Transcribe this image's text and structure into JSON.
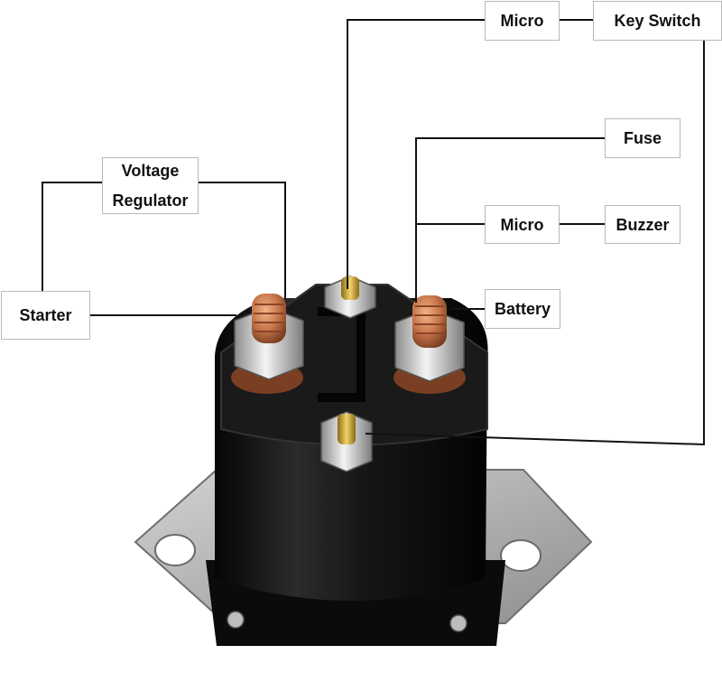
{
  "labels": {
    "micro_top": "Micro",
    "key_switch": "Key Switch",
    "fuse": "Fuse",
    "micro_mid": "Micro",
    "buzzer": "Buzzer",
    "voltage_regulator_line1": "Voltage",
    "voltage_regulator_line2": "Regulator",
    "battery": "Battery",
    "starter": "Starter"
  },
  "colors": {
    "wire": "#111111",
    "label_border": "#b9b9b9",
    "solenoid_body": "#121212",
    "mounting_plate": "#b5b5b5",
    "copper_stud": "#c8754a",
    "brass_stud": "#c9a227",
    "nut": "#d8d8d8"
  }
}
